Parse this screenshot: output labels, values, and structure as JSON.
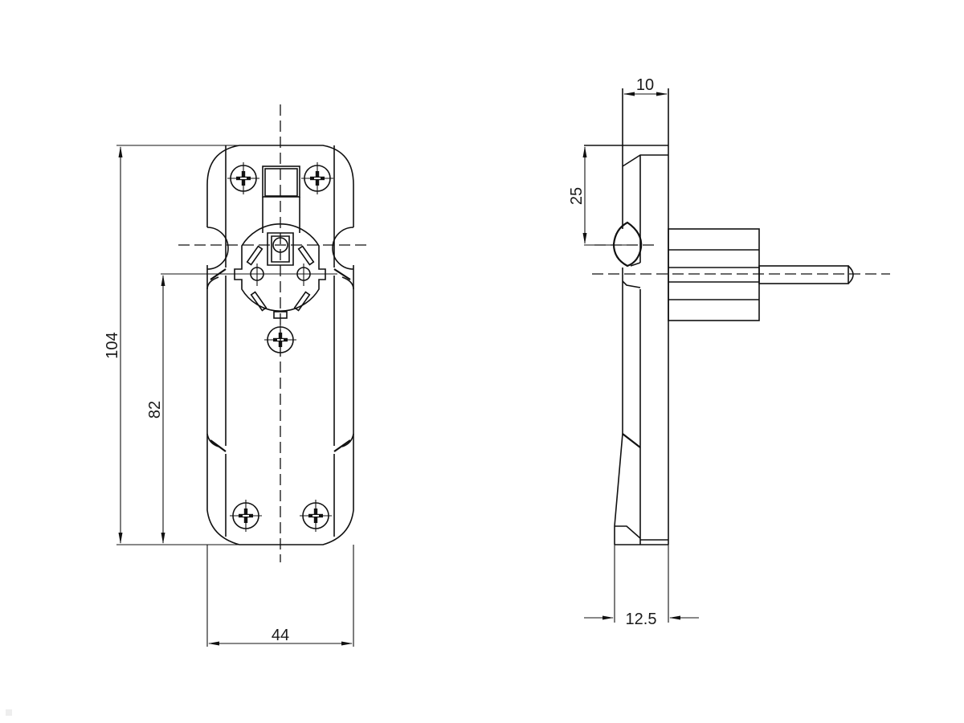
{
  "drawing": {
    "title": "Plug adapter dimension drawing",
    "views": [
      {
        "name": "front-view",
        "description": "Front view of socket housing with four mounting screws and Schuko socket face"
      },
      {
        "name": "side-view",
        "description": "Side profile with plug pin and protruding body"
      }
    ],
    "units": "mm",
    "colors": {
      "line": "#111111",
      "background": "#ffffff"
    }
  },
  "dimensions": {
    "front_height_total": "104",
    "front_height_to_socket_center": "82",
    "front_width": "44",
    "side_depth_top": "10",
    "side_offset_to_button": "25",
    "side_depth_bottom": "12.5"
  }
}
